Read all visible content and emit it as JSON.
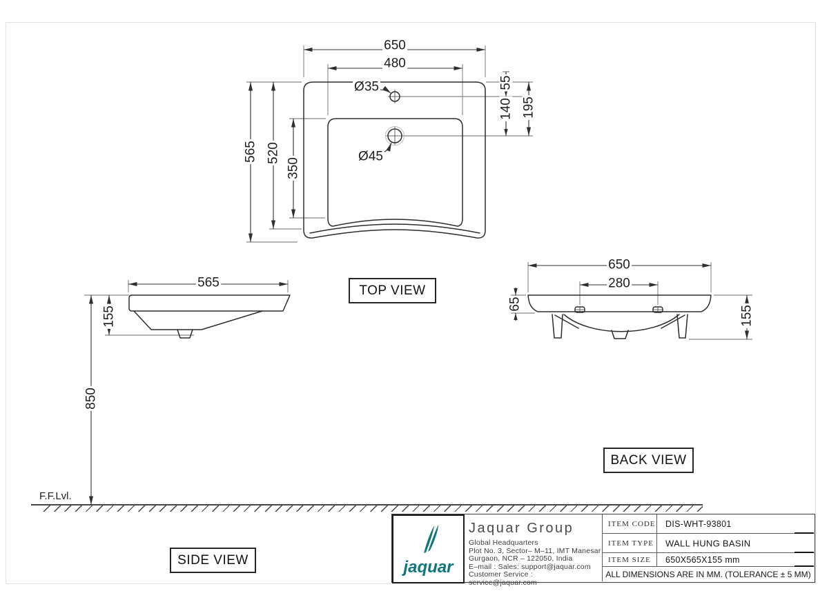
{
  "page": {
    "background": "#ffffff",
    "line_color": "#2b2b2b",
    "frame_color": "#e2e2e2",
    "accent_teal": "#0f767d"
  },
  "top_view": {
    "label": "TOP VIEW",
    "dim_overall_width": "650",
    "dim_holes_width": "480",
    "dim_overall_depth": "565",
    "dim_outer_depth": "520",
    "dim_bowl_depth": "350",
    "dim_rim_to_taphole": "55",
    "dim_taphole_to_waste": "140",
    "dim_rim_to_waste": "195",
    "tap_hole": "Ø35",
    "waste_hole": "Ø45"
  },
  "side_view": {
    "label": "SIDE VIEW",
    "dim_depth": "565",
    "dim_height": "155",
    "dim_mount_height": "850",
    "floor_level": "F.F.Lvl."
  },
  "back_view": {
    "label": "BACK VIEW",
    "dim_width": "650",
    "dim_hole_spacing": "280",
    "dim_rim_thickness": "65",
    "dim_height": "155"
  },
  "title_block": {
    "brand": "jaquar",
    "company": "Jaquar Group",
    "address_lines": [
      "Global Headquarters",
      "Plot No. 3, Sector– M–11, IMT Manesar",
      "Gurgaon, NCR – 122050, India",
      "E–mail : Sales: support@jaquar.com",
      "Customer Service : service@jaquar.com"
    ],
    "fields": [
      {
        "label": "ITEM CODE",
        "value": "DIS-WHT-93801"
      },
      {
        "label": "ITEM TYPE",
        "value": "WALL HUNG BASIN"
      },
      {
        "label": "ITEM SIZE",
        "value": "650X565X155 mm"
      }
    ],
    "note": "ALL DIMENSIONS ARE IN MM. (TOLERANCE ± 5 MM)"
  }
}
